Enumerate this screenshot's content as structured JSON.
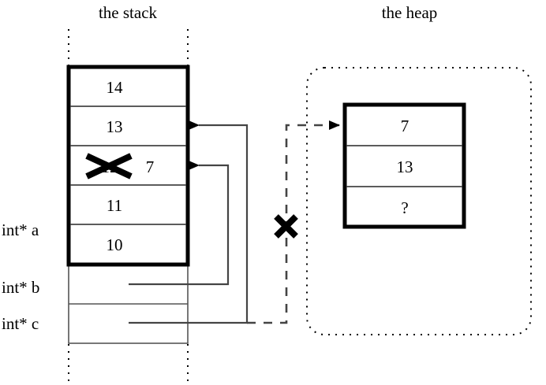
{
  "figure": {
    "type": "memory-diagram",
    "background": "#ffffff",
    "ink": "#000000"
  },
  "stack": {
    "title": "the stack",
    "cells": [
      {
        "value": "14"
      },
      {
        "value": "13"
      },
      {
        "value": "12",
        "struck_out": true,
        "replacement": "7"
      },
      {
        "value": "11"
      },
      {
        "value": "10"
      }
    ],
    "pointer_cells": [
      {
        "label": "int* b"
      },
      {
        "label": "int* c"
      }
    ],
    "labels": [
      {
        "text": "int* a"
      },
      {
        "text": "int* b"
      },
      {
        "text": "int* c"
      }
    ]
  },
  "heap": {
    "title": "the heap",
    "cells": [
      {
        "value": "7"
      },
      {
        "value": "13"
      },
      {
        "value": "?"
      }
    ]
  },
  "annotations": {
    "struck_stack_value": "12",
    "written_stack_value": "7",
    "cancelled_pointer_mark": "x-cross",
    "unknown_value_mark": "?"
  },
  "edges": [
    {
      "name": "b-to-stack-cell-3",
      "from": "int* b",
      "to": "stack cell 12/7",
      "style": "solid",
      "arrow": true
    },
    {
      "name": "c-to-stack-cell-2",
      "from": "int* c",
      "to": "stack cell 13",
      "style": "solid",
      "arrow": true
    },
    {
      "name": "c-to-heap-cell-1",
      "from": "int* c",
      "to": "heap cell 7",
      "style": "dashed",
      "arrow": true,
      "cancelled": true
    }
  ]
}
